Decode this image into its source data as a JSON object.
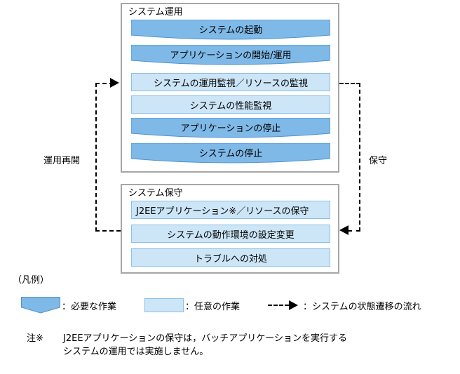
{
  "colors": {
    "required_fill": "#7fb9e8",
    "required_stroke": "#4f93cf",
    "optional_fill": "#cce5f7",
    "optional_stroke": "#8cc0e8",
    "group_border": "#a6a6a6",
    "flow_line": "#000000"
  },
  "groups": [
    {
      "id": "operation",
      "title": "システム運用",
      "tasks": [
        {
          "label": "システムの起動",
          "kind": "required",
          "align": "center"
        },
        {
          "label": "アプリケーションの開始/運用",
          "kind": "required",
          "align": "center"
        },
        {
          "label": "システムの運用監視／リソースの監視",
          "kind": "optional",
          "align": "center"
        },
        {
          "label": "システムの性能監視",
          "kind": "optional",
          "align": "center"
        },
        {
          "label": "アプリケーションの停止",
          "kind": "required",
          "align": "center"
        },
        {
          "label": "システムの停止",
          "kind": "required",
          "align": "center"
        }
      ]
    },
    {
      "id": "maintenance",
      "title": "システム保守",
      "tasks": [
        {
          "label": "J2EEアプリケーション※／リソースの保守",
          "kind": "optional",
          "align": "left"
        },
        {
          "label": "システムの動作環境の設定変更",
          "kind": "optional",
          "align": "center"
        },
        {
          "label": "トラブルへの対処",
          "kind": "optional",
          "align": "center"
        }
      ]
    }
  ],
  "flows": {
    "left_label": "運用再開",
    "right_label": "保守"
  },
  "legend": {
    "title": "（凡例）",
    "required_text": "：必要な作業",
    "optional_text": "：任意の作業",
    "flow_text": "：システムの状態遷移の流れ"
  },
  "footnote": {
    "mark": "注※",
    "line1": "J2EEアプリケーションの保守は，バッチアプリケーションを実行する",
    "line2": "システムの運用では実施しません。"
  }
}
